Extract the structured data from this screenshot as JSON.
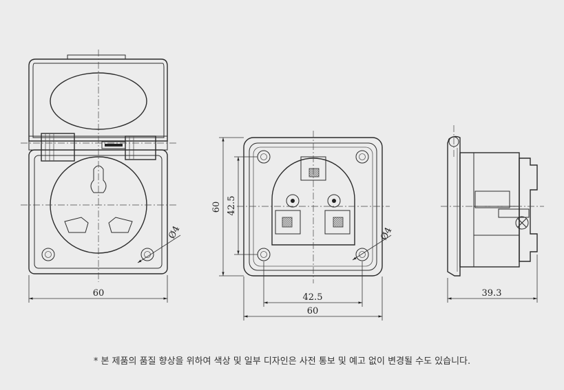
{
  "views": {
    "front_open": {
      "dim_width": "60",
      "dim_hole": "Ø4"
    },
    "front_closed": {
      "dim_width_outer": "60",
      "dim_width_holes": "42.5",
      "dim_height_outer": "60",
      "dim_height_holes": "42.5",
      "dim_hole": "Ø4"
    },
    "side": {
      "dim_depth": "39.3"
    }
  },
  "notice": "* 본 제품의 품질 향상을 위하여 색상 및 일부 디자인은 사전 통보 및 예고 없이 변경될 수도 있습니다."
}
